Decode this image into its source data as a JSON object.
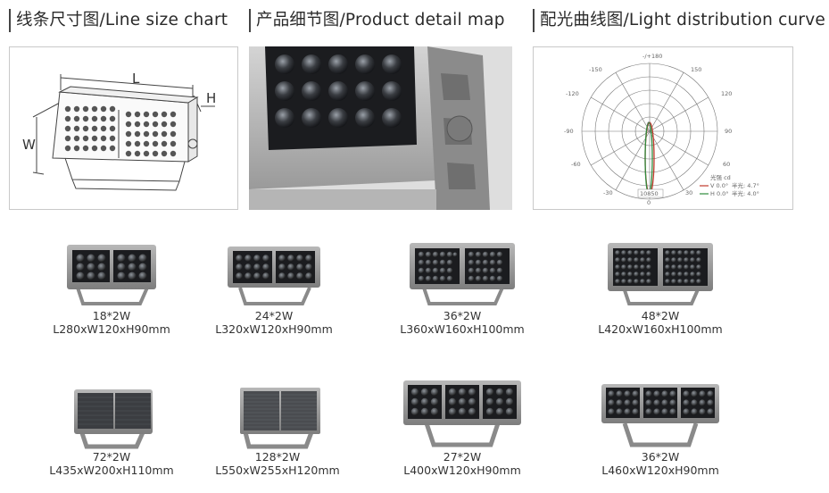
{
  "headers": {
    "size_chart": "线条尺寸图/Line size chart",
    "detail_map": "产品细节图/Product detail map",
    "light_curve": "配光曲线图/Light distribution curve"
  },
  "size_chart": {
    "label_L": "L",
    "label_W": "W",
    "label_H": "H"
  },
  "polar": {
    "top_label": "-/+180",
    "angle_labels": [
      "-150",
      "150",
      "-120",
      "120",
      "-90",
      "90",
      "-60",
      "60",
      "-30",
      "30",
      "0",
      "0"
    ],
    "scale_value": "10850",
    "legend_head": "光强  cd",
    "legend_v": "V 0.0°",
    "legend_v_half": "半光: 4.7°",
    "legend_h": "H 0.0°",
    "legend_h_half": "半光: 4.0°",
    "colors": {
      "v_curve": "#c0392b",
      "h_curve": "#2e8b3d"
    }
  },
  "products": [
    {
      "power": "18*2W",
      "dims": "L280xW120xH90mm"
    },
    {
      "power": "24*2W",
      "dims": "L320xW120xH90mm"
    },
    {
      "power": "36*2W",
      "dims": "L360xW160xH100mm"
    },
    {
      "power": "48*2W",
      "dims": "L420xW160xH100mm"
    },
    {
      "power": "72*2W",
      "dims": "L435xW200xH110mm"
    },
    {
      "power": "128*2W",
      "dims": "L550xW255xH120mm"
    },
    {
      "power": "27*2W",
      "dims": "L400xW120xH90mm"
    },
    {
      "power": "36*2W",
      "dims": "L460xW120xH90mm"
    }
  ]
}
